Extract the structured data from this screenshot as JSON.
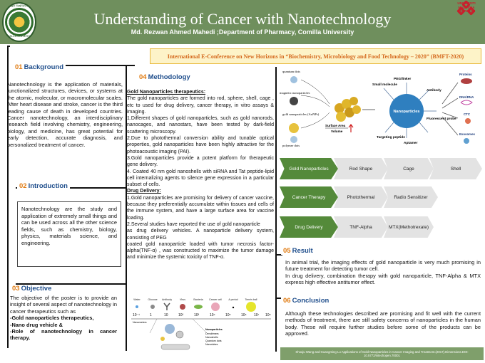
{
  "header": {
    "title": "Understanding of Cancer with Nanotechnology",
    "author": "Md. Rezwan Ahmed Mahedi ;Department of Pharmacy, Comilla University",
    "left_logo": {
      "icon": "comilla-university-seal",
      "top_text": "কুমিল্লা বিশ্ববিদ্যালয়",
      "bottom_text": "COMILLA UNIVERSITY"
    },
    "right_logo": {
      "icon": "university-malaysia-kelantan-logo",
      "text": [
        "UNIVERSITI",
        "MALAYSIA",
        "KELANTAN"
      ]
    }
  },
  "conference_banner": "International E-Conference on New Horizons in “Biochemistry, Microbiology and Food Technology – 2020” (BMFT-2020)",
  "background": {
    "num": "01",
    "heading": "Background",
    "text": "Nanotechnology is the application of materials, functionalized structures, devices, or systems at the atomic, molecular, or macromolecular scales. After heart disease and stroke, cancer is the third leading cause of death in developed countries. Cancer nanotechnology, an interdisciplinary research field involving chemistry, engineering, biology, and medicine, has great potential for early detection, accurate diagnosis, and personalized treatment of cancer."
  },
  "introduction": {
    "num": "02",
    "heading": "Introduction",
    "text": "Nanotechnology are the study and application of extremely small things and can be used across all the other science fields, such as chemistry, biology, physics, materials science, and engineering."
  },
  "objective": {
    "num": "03",
    "heading": "Objective",
    "text": "The objective of the poster is to provide an insight of several aspect of nanotechnology in cancer therapeutics such as",
    "items": [
      "-Gold nanoparticles therapeutics,",
      "-Nano drug vehicle &",
      "-Role of nanotechnology in cancer therapy."
    ]
  },
  "methodology": {
    "num": "04",
    "heading": "Methodology",
    "sub1": "Gold Nanoparticles therapeutics:",
    "p1": "The gold nanoparticles are formed into rod, sphere, shell, cage , etc to used for drug delivery, cancer therapy, in vitro assays & imaging.",
    "p2": "1.Different shapes of gold nanoparticles, such as gold nanorods, nanocages, and nanostars, have been tested by dark-field scattering microscopy.",
    "p3": "2.Due to photothermal conversion ability and tunable optical properties, gold nanoparticles have been highly attractive for the photoacoustic imaging (PAI).",
    "p4": "3.Gold nanoparticles provide a potent platform for therapeutic gene delivery.",
    "p5": "4. Coated 40 nm gold nanoshells with siRNA and Tat peptide-lipid cell internalizing agents to silence gene expression in a particular subset of cells.",
    "sub2": "Drug Delivery:",
    "p6": "1.Gold nanoparticles are promising for delivery of cancer vaccine, because they preferentially accumulate within tissues and cells of the immune system, and have a large surface area for vaccine loading.",
    "p7": "2.Several studies have reported the use of gold nanoparticle",
    "p8": "as drug delivery vehicles. A nanoparticle delivery system, consisting of PEG",
    "p9": "coated gold nanoparticle loaded with tumor necrosis factor-alpha(TNF-α) , was constructed to maximize the tumor damage and minimize the systemic toxicity of TNF-α."
  },
  "size_figure": {
    "labels": [
      "Water",
      "Glucose",
      "Antibody",
      "Virus",
      "Bacteria",
      "Cancer cell",
      "A period",
      "Tennis ball"
    ],
    "scales": [
      "10⁻¹",
      "1",
      "10",
      "10²",
      "10³",
      "10⁴",
      "10⁵",
      "10⁶",
      "10⁷",
      "10⁸"
    ],
    "axis_label": "Nanometers",
    "legend": [
      "Dendrimers",
      "Nanoshells",
      "Quantum dots",
      "Nanotubes"
    ],
    "legend_title": "Nanoparticles"
  },
  "nano_diagram": {
    "left_labels": [
      "quantum dots",
      "magnetic nanoparticles",
      "gold nanoparticles (AuNPs)",
      "polymer dots"
    ],
    "center_labels": [
      "Small molecule",
      "PEG/linker",
      "Antibody",
      "Nanoparticles",
      "Fluorescent probe",
      "Targeting peptide",
      "Aptamer",
      "Surface Area",
      "Volume"
    ],
    "right_labels": [
      "Proteins",
      "DNA/RNA",
      "CTC",
      "Exosomes"
    ]
  },
  "flow_rows": [
    {
      "head": "Gold Nanoparticles",
      "items": [
        "Rod Shape",
        "Cage",
        "Shell"
      ]
    },
    {
      "head": "Cancer Therapy",
      "items": [
        "Photothermal",
        "Radio Sensitizer"
      ]
    },
    {
      "head": "Drug Delivery",
      "items": [
        "TNF-Alpha",
        "MTX(Methotrexate)"
      ]
    }
  ],
  "result": {
    "num": "05",
    "heading": "Result",
    "text1": "In animal trial, the imaging effects of gold nanoparticle is very much promising in future treatment for detecting tumor cell.",
    "text2": "In drug delivery, combination therapy with gold nanoparticle, TNF-Alpha & MTX express high effective antitumor effect."
  },
  "conclusion": {
    "num": "06",
    "heading": "Conclusion",
    "text": "Although these technologies described are promising and fit well with the current methods of treatment, there are still safety concerns of nanoparticles in the human body. These will require further studies before some of the products can be approved."
  },
  "reference": "Shouju Wang and Guangming Lu Applications of Gold Nanoparticles in Cancer Imaging and Treatment.(2017).Dimensions.DOI: 10.5772/intechopen.70001",
  "colors": {
    "header": "#6f8f5d",
    "accent_orange": "#e07b12",
    "heading_blue": "#1f4e8c",
    "box_border": "#e4a52d",
    "flow_green": "#548a3a"
  }
}
